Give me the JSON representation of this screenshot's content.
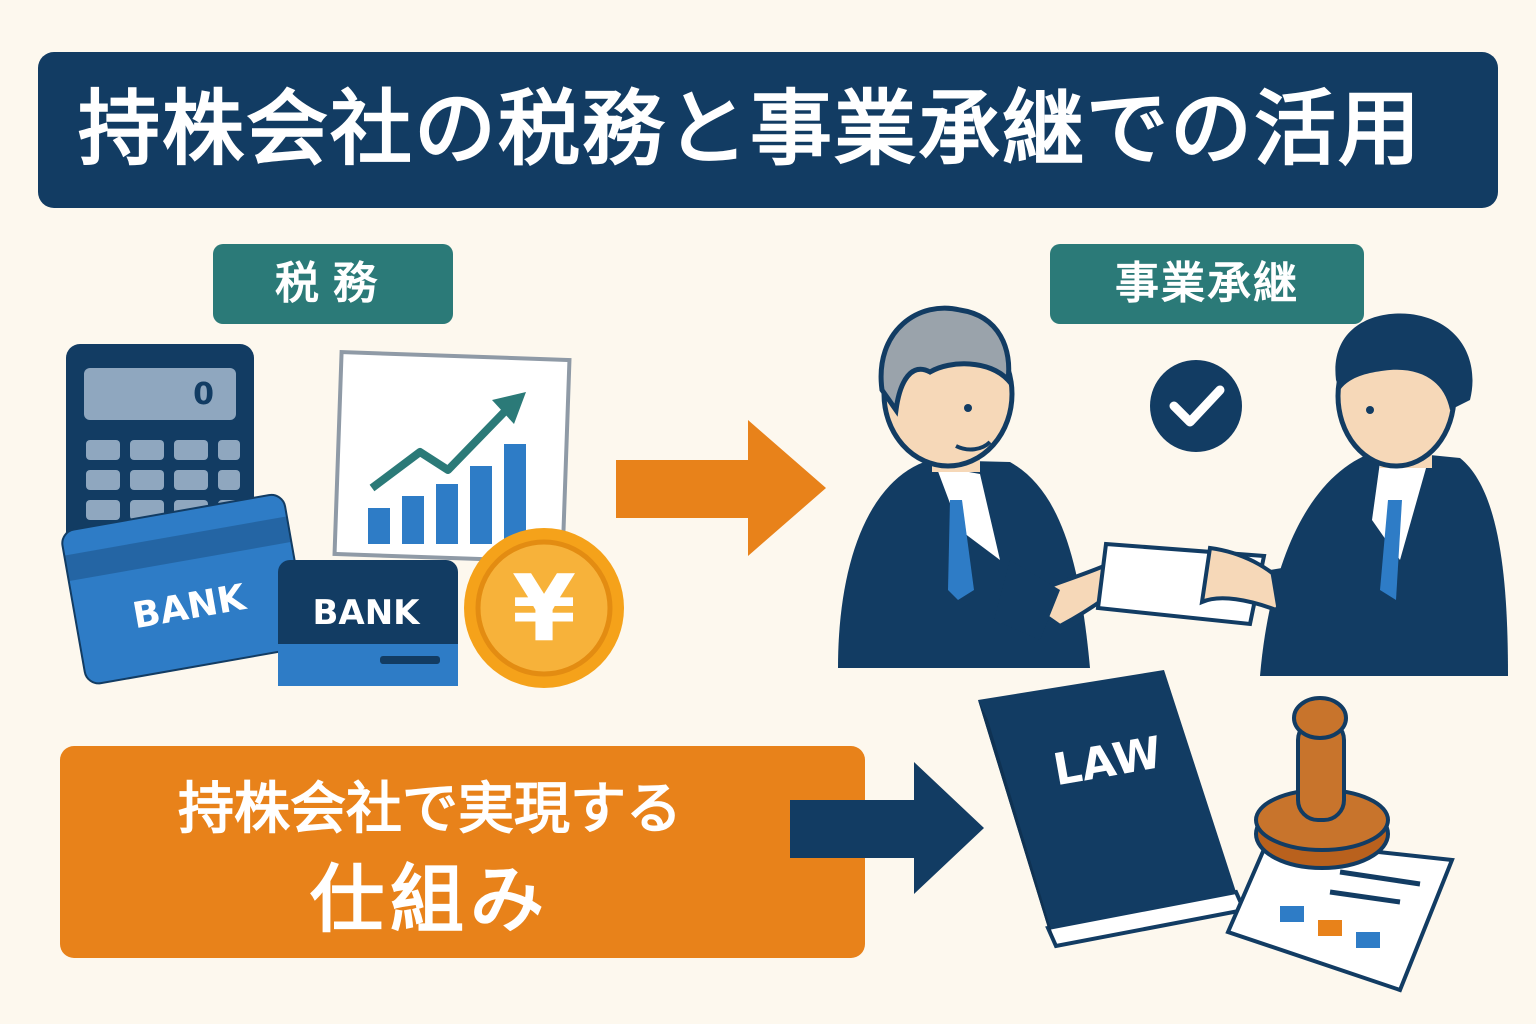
{
  "title": "持株会社の税務と事業承継での活用",
  "tags": {
    "tax": "税務",
    "succession": "事業承継"
  },
  "icons": {
    "calculator": "calculator-icon",
    "chart": "growth-chart-icon",
    "bank_card_large": "bank-card-icon",
    "bank_card_small": "bank-card-icon",
    "yen_coin": "yen-coin-icon",
    "check": "check-icon",
    "handshake": "business-handover-illustration",
    "law_book": "law-book-icon",
    "stamp": "stamp-icon",
    "document": "document-icon"
  },
  "labels": {
    "bank_large": "BANK",
    "bank_small": "BANK",
    "yen": "¥",
    "law": "LAW",
    "calc_display": "0"
  },
  "mechanism": {
    "line1": "持株会社で実現する",
    "line2": "仕組み"
  },
  "colors": {
    "background": "#fdf8ee",
    "navy": "#123c63",
    "teal": "#2b7a78",
    "orange": "#e8821a",
    "blue": "#2e7cc6",
    "coin": "#f5a21a"
  }
}
